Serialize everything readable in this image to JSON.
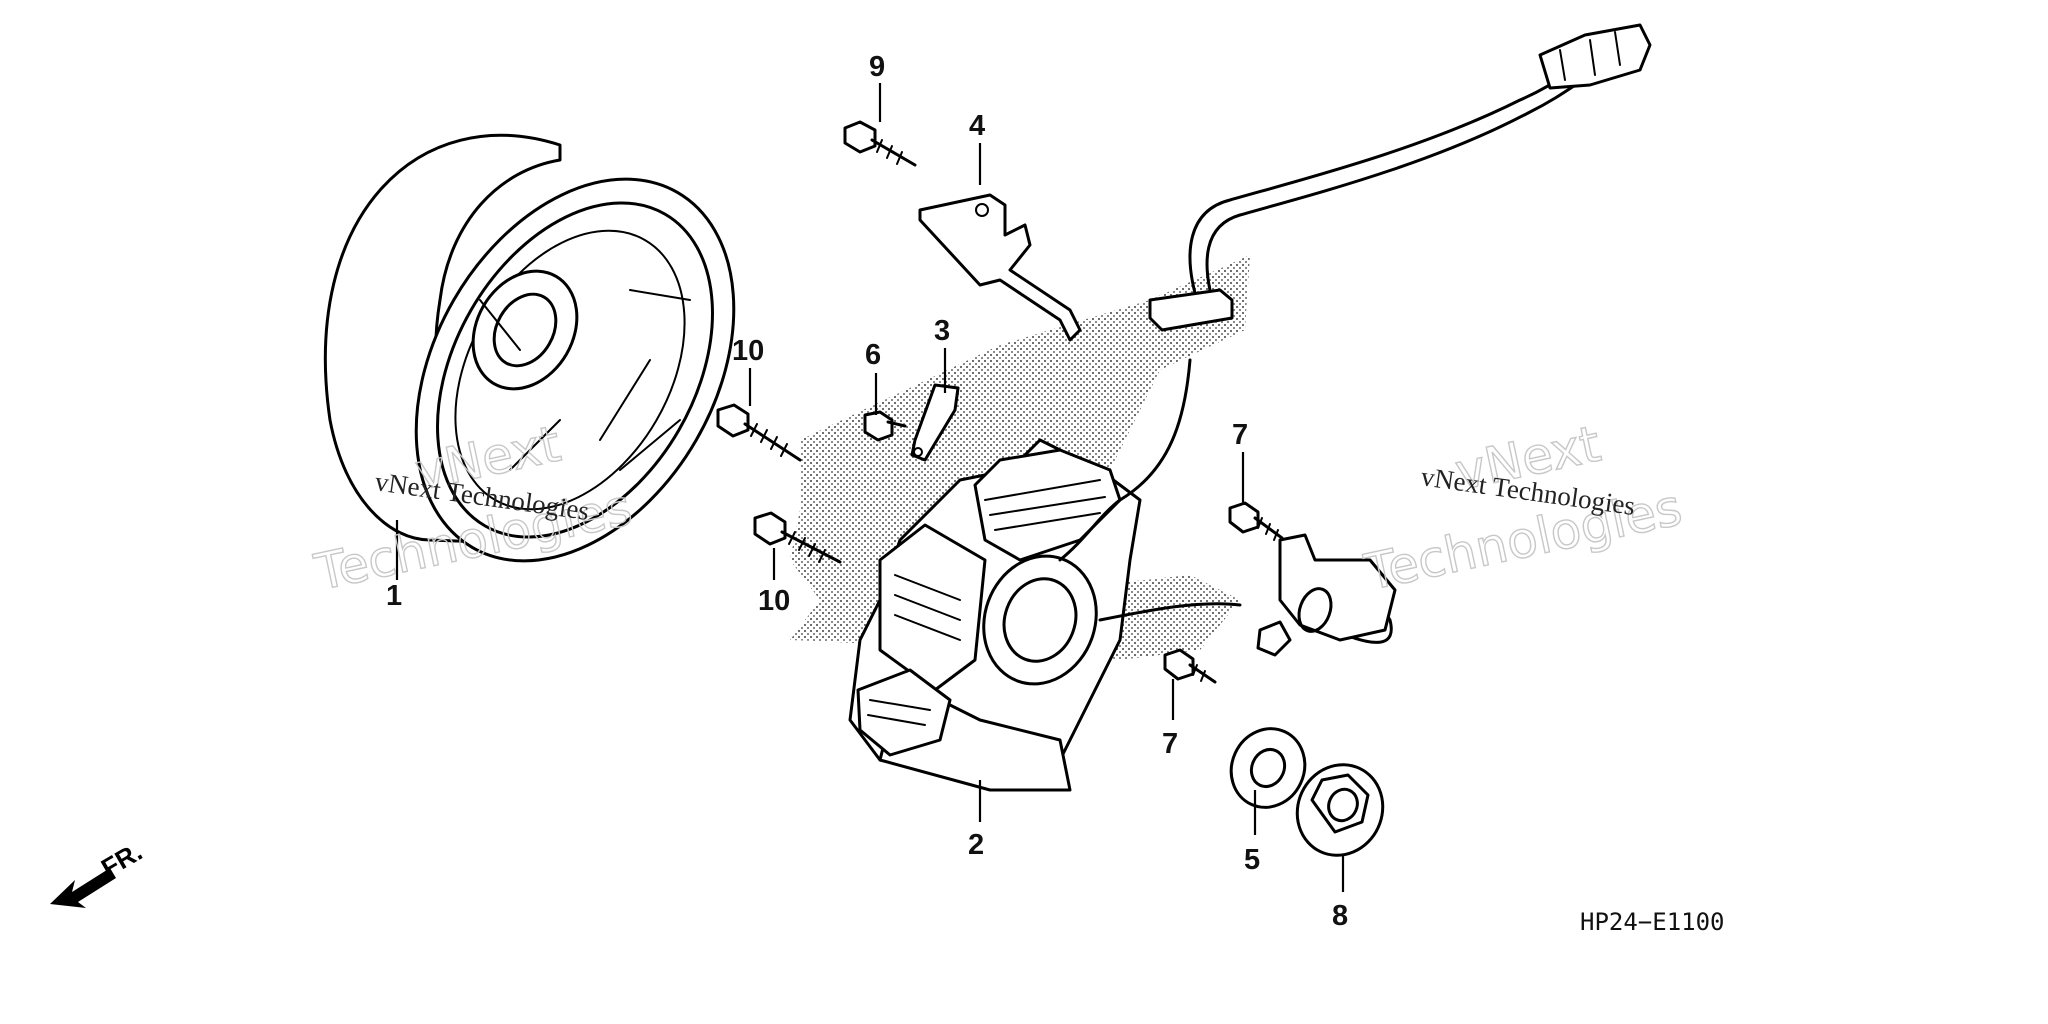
{
  "diagram_code": "HP24−E1100",
  "front_indicator": "FR.",
  "watermarks": [
    {
      "line1": "vNext Technologies",
      "line2a": "vNext",
      "line2b": "Technologies"
    },
    {
      "line1": "vNext Technologies",
      "line2a": "vNext",
      "line2b": "Technologies"
    }
  ],
  "callouts": [
    {
      "id": "c1",
      "label": "1"
    },
    {
      "id": "c2",
      "label": "2"
    },
    {
      "id": "c3",
      "label": "3"
    },
    {
      "id": "c4",
      "label": "4"
    },
    {
      "id": "c5",
      "label": "5"
    },
    {
      "id": "c6",
      "label": "6"
    },
    {
      "id": "c7a",
      "label": "7"
    },
    {
      "id": "c7b",
      "label": "7"
    },
    {
      "id": "c8",
      "label": "8"
    },
    {
      "id": "c9",
      "label": "9"
    },
    {
      "id": "c10a",
      "label": "10"
    },
    {
      "id": "c10b",
      "label": "10"
    }
  ]
}
